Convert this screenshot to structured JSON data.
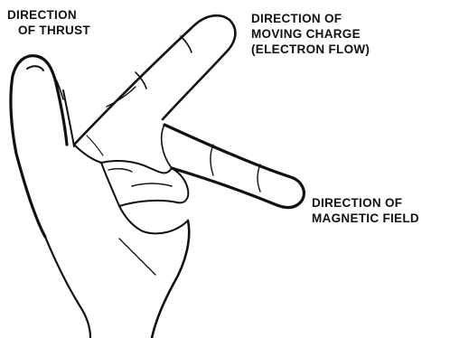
{
  "labels": {
    "thrust": {
      "line1": "DIRECTION",
      "line2": "OF THRUST"
    },
    "charge": {
      "line1": "DIRECTION OF",
      "line2": "MOVING CHARGE",
      "line3": "(ELECTRON FLOW)"
    },
    "field": {
      "line1": "DIRECTION OF",
      "line2": "MAGNETIC FIELD"
    }
  },
  "colors": {
    "ink": "#111111",
    "background": "#ffffff"
  }
}
